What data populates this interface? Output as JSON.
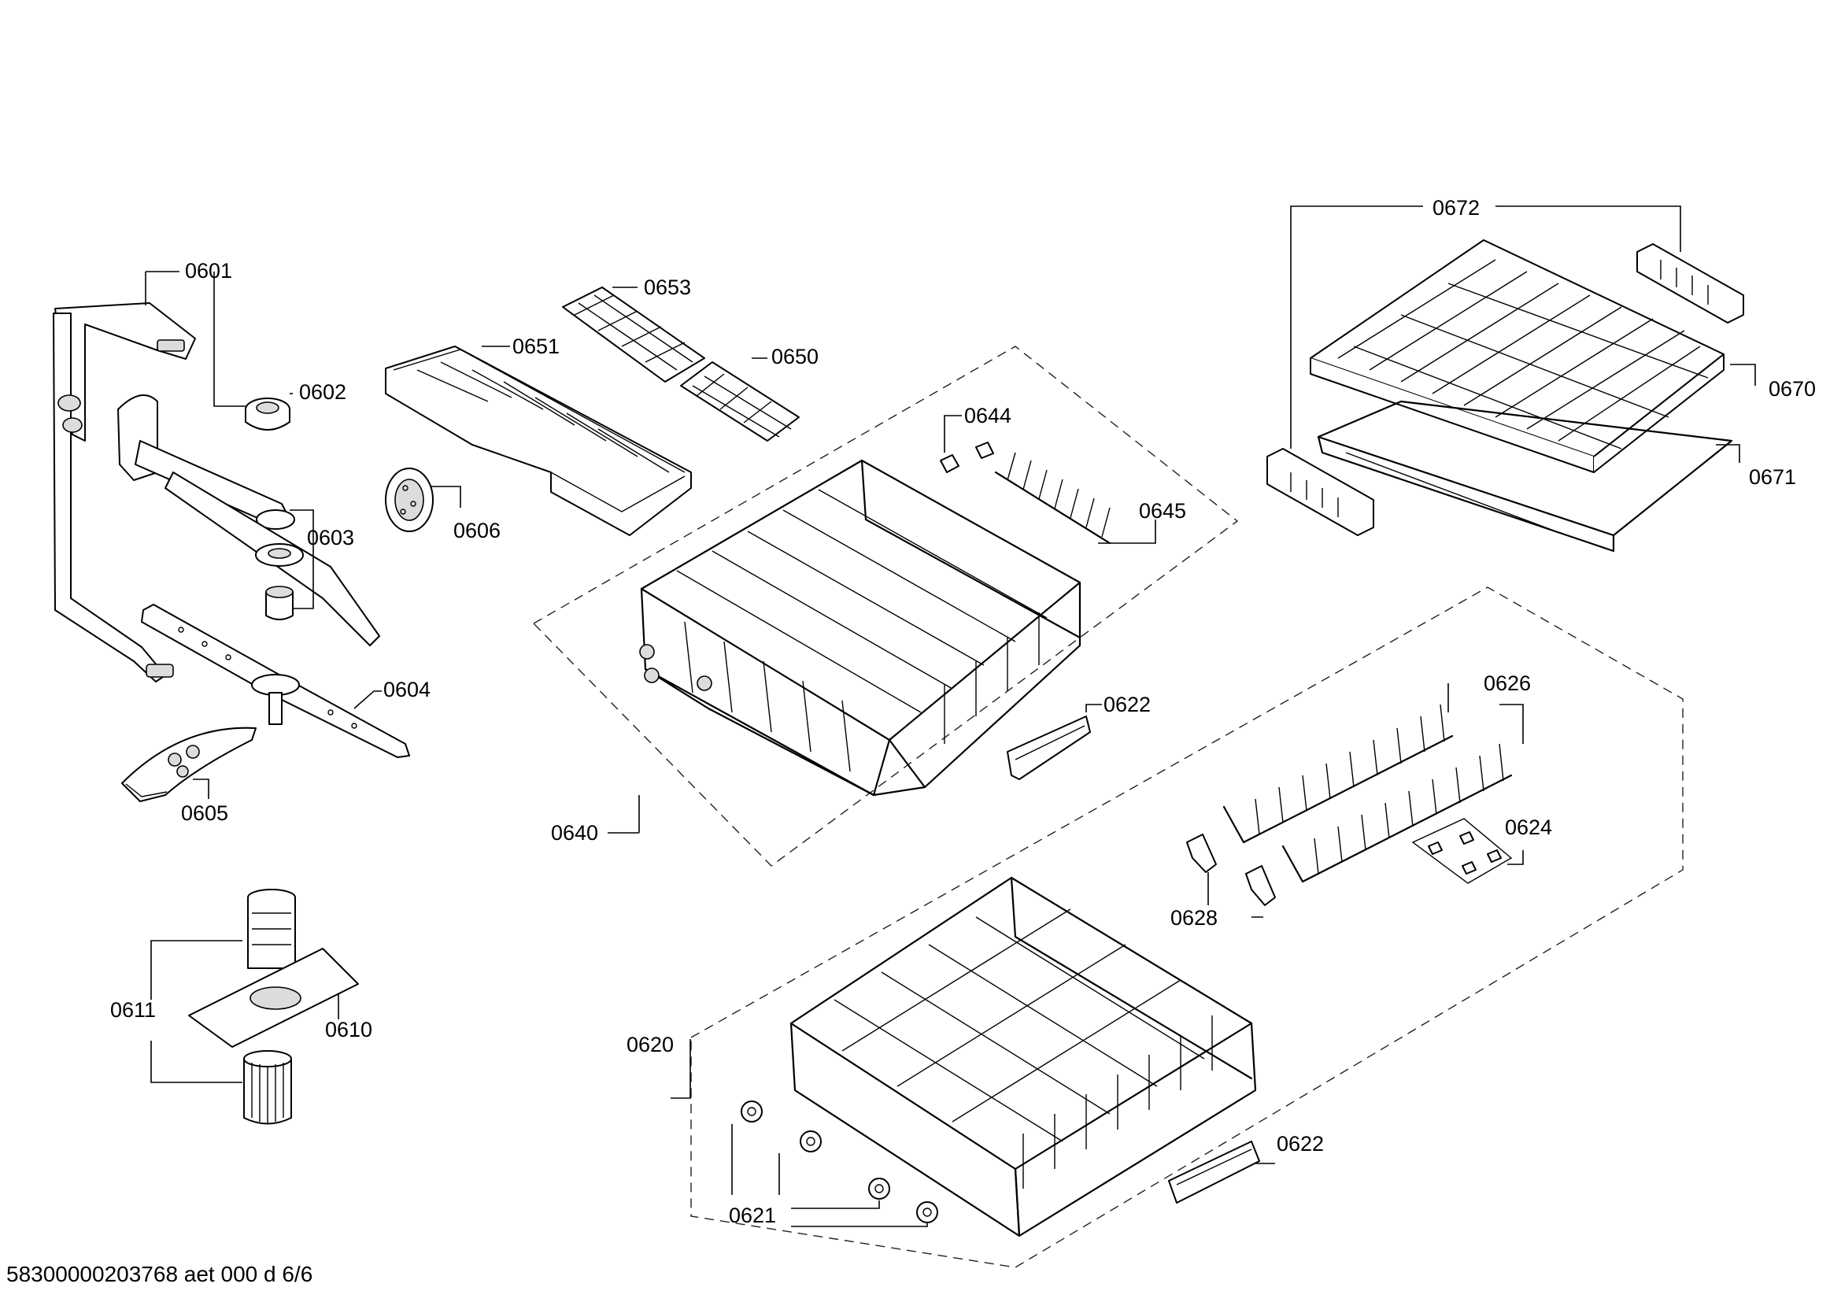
{
  "parts": {
    "p0601": "0601",
    "p0602": "0602",
    "p0603": "0603",
    "p0604": "0604",
    "p0605": "0605",
    "p0606": "0606",
    "p0610": "0610",
    "p0611": "0611",
    "p0620": "0620",
    "p0621": "0621",
    "p0622a": "0622",
    "p0622b": "0622",
    "p0624": "0624",
    "p0626": "0626",
    "p0628": "0628",
    "p0640": "0640",
    "p0644": "0644",
    "p0645": "0645",
    "p0650": "0650",
    "p0651": "0651",
    "p0653": "0653",
    "p0670": "0670",
    "p0671": "0671",
    "p0672": "0672"
  },
  "footer": "58300000203768 aet 000 d 6/6"
}
